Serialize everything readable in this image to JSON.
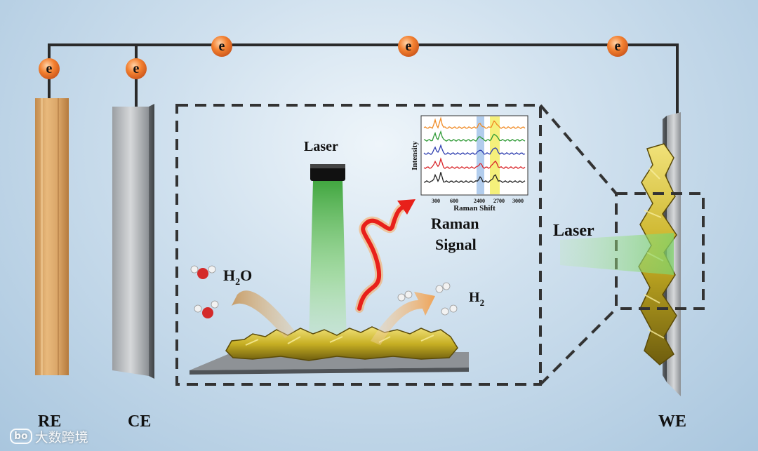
{
  "electrodes": {
    "re": "RE",
    "ce": "CE",
    "we": "WE"
  },
  "electron_symbol": "e",
  "laser_top_label": "Laser",
  "laser_side_label": "Laser",
  "raman_signal": {
    "line1": "Raman",
    "line2": "Signal"
  },
  "water_label": {
    "main": "H",
    "sub": "2",
    "tail": "O"
  },
  "hydrogen_label": {
    "main": "H",
    "sub": "2"
  },
  "spectrum_inset": {
    "ylabel": "Intensity",
    "xlabel": "Raman Shift",
    "ticks": [
      "300",
      "600",
      "2400",
      "2700",
      "3000"
    ],
    "colors": [
      "#f08a24",
      "#2e9a35",
      "#2f3fb0",
      "#d9262a",
      "#222222"
    ]
  },
  "colors": {
    "wire": "#2a2a2a",
    "electron": "#f07a2a",
    "laser_beam": "#6fcf5a",
    "catalyst": "#c9b42a",
    "raman_arrow": "#e8201a"
  },
  "watermark": {
    "logo": "bo",
    "text": "大数跨境"
  }
}
